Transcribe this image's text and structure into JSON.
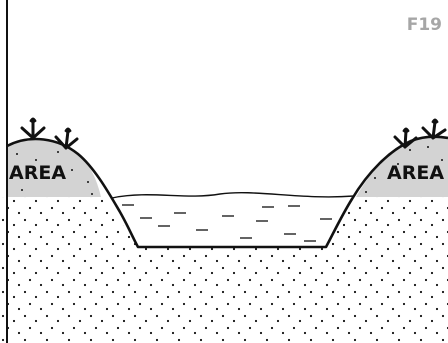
{
  "figure_label": "F19",
  "area_labels": {
    "left": "AREA",
    "right": "AREA"
  },
  "colors": {
    "outline": "#111111",
    "bank_fill": "#d3d3d3",
    "figure_label": "#a6a6a6",
    "background": "#ffffff"
  }
}
